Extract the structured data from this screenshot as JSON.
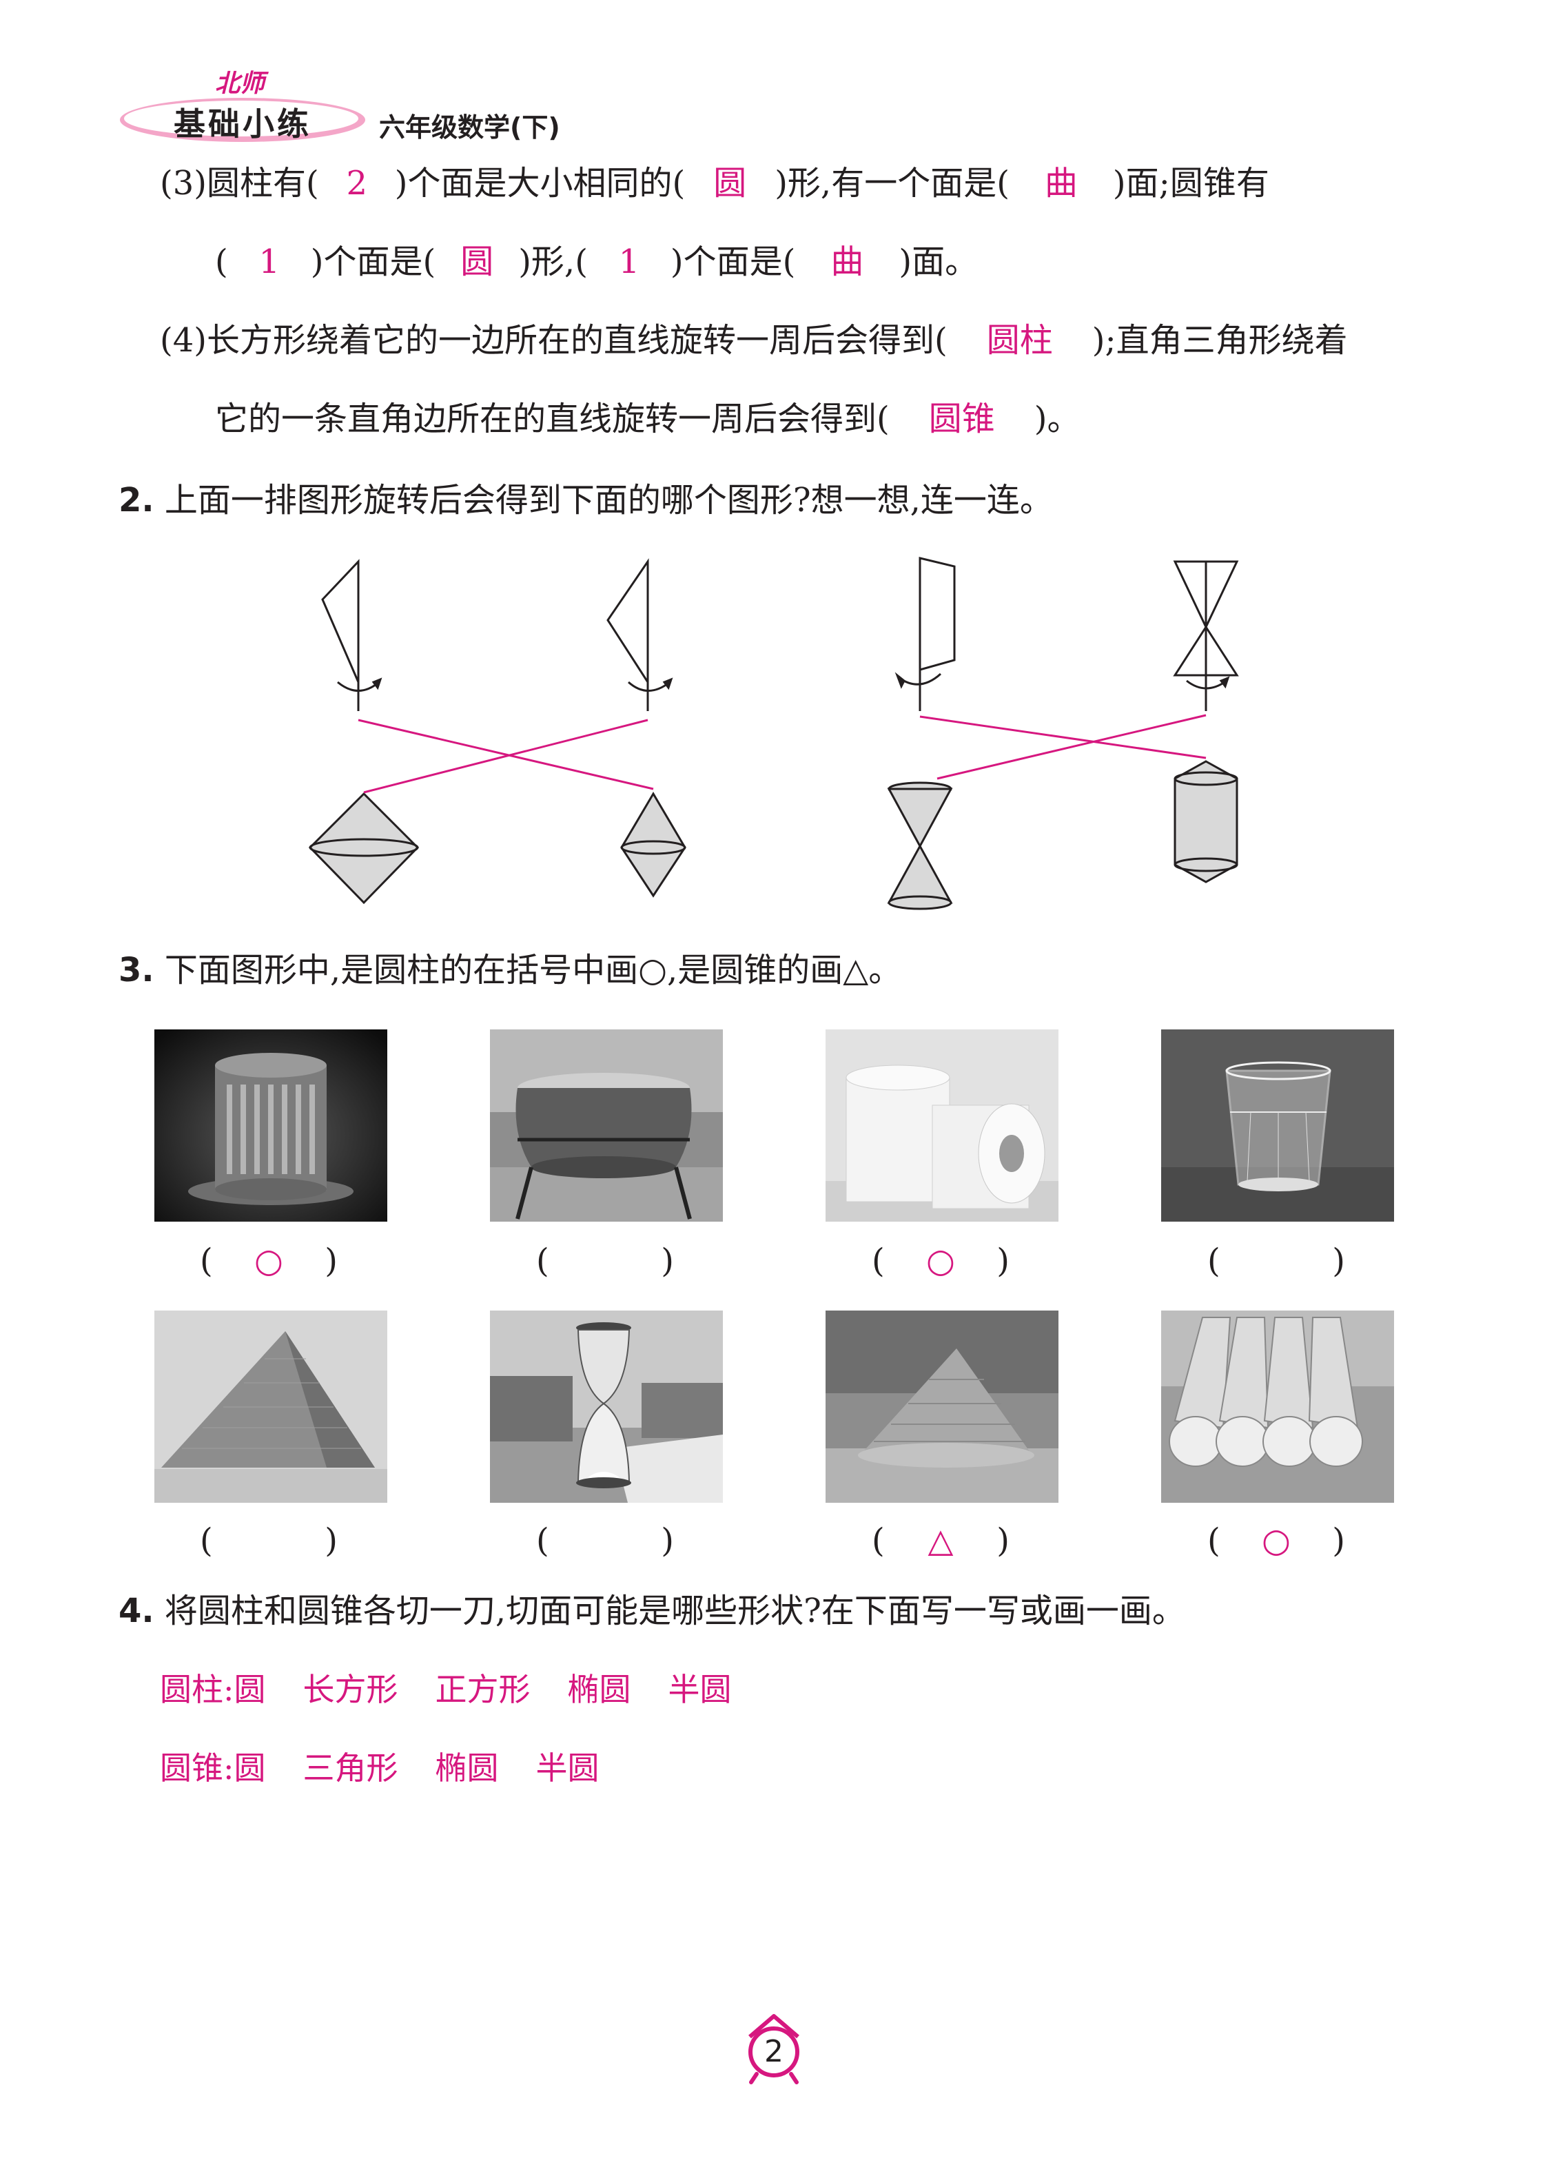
{
  "header": {
    "publisher": "北师",
    "series": "基础小练",
    "subtitle": "六年级数学(下)"
  },
  "q1": {
    "item3": {
      "label": "(3)",
      "t1": "圆柱有(",
      "a1": "2",
      "t2": ")个面是大小相同的(",
      "a2": "圆",
      "t3": ")形,有一个面是(",
      "a3": "曲",
      "t4": ")面;圆锥有",
      "t5": "(",
      "a4": "1",
      "t6": ")个面是(",
      "a5": "圆",
      "t7": ")形,(",
      "a6": "1",
      "t8": ")个面是(",
      "a7": "曲",
      "t9": ")面。"
    },
    "item4": {
      "label": "(4)",
      "t1": "长方形绕着它的一边所在的直线旋转一周后会得到(",
      "a1": "圆柱",
      "t2": ");直角三角形绕着",
      "t3": "它的一条直角边所在的直线旋转一周后会得到(",
      "a2": "圆锥",
      "t4": ")。"
    }
  },
  "q2": {
    "num": "2",
    "text": "上面一排图形旋转后会得到下面的哪个图形?想一想,连一连。"
  },
  "q3": {
    "num": "3",
    "text": "下面图形中,是圆柱的在括号中画○,是圆锥的画△。",
    "items": [
      {
        "photo": "stone-brush-pot",
        "mark": "○"
      },
      {
        "photo": "drum",
        "mark": ""
      },
      {
        "photo": "toilet-paper-rolls",
        "mark": "○"
      },
      {
        "photo": "drinking-glass",
        "mark": ""
      },
      {
        "photo": "pyramid",
        "mark": ""
      },
      {
        "photo": "hourglass",
        "mark": ""
      },
      {
        "photo": "straw-hat",
        "mark": "△"
      },
      {
        "photo": "wooden-dowels",
        "mark": "○"
      }
    ],
    "open_paren": "(",
    "close_paren": ")"
  },
  "q4": {
    "num": "4",
    "text": "将圆柱和圆锥各切一刀,切面可能是哪些形状?在下面写一写或画一画。",
    "cylinder_label": "圆柱:",
    "cylinder_answers": [
      "圆",
      "长方形",
      "正方形",
      "椭圆",
      "半圆"
    ],
    "cone_label": "圆锥:",
    "cone_answers": [
      "圆",
      "三角形",
      "椭圆",
      "半圆"
    ]
  },
  "footer": {
    "page_number": "2"
  },
  "colors": {
    "accent": "#d6177f",
    "text": "#231f20",
    "header_pink": "#f4a6c8"
  }
}
